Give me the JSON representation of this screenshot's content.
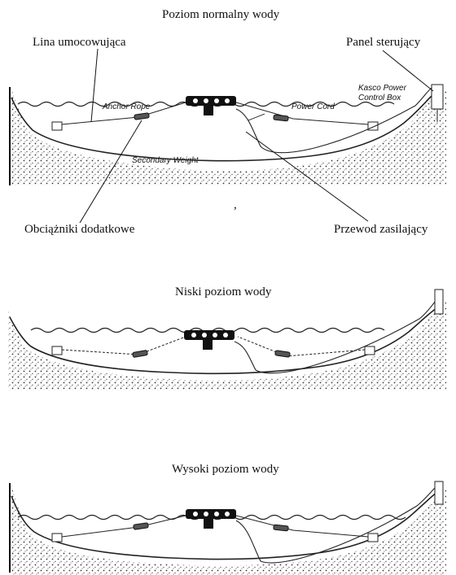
{
  "titles": {
    "normal": "Poziom normalny wody",
    "low": "Niski poziom wody",
    "high": "Wysoki poziom wody"
  },
  "callouts": {
    "anchor_rope_pl": "Lina umocowująca",
    "control_panel_pl": "Panel sterujący",
    "weights_pl": "Obciążniki dodatkowe",
    "power_cord_pl": "Przewod zasilający"
  },
  "diagram_labels": {
    "anchor_rope": "Anchor Rope",
    "power_cord": "Power Cord",
    "secondary_weight": "Secondary Weight",
    "control_box_line1": "Kasco Power",
    "control_box_line2": "Control Box"
  },
  "stray_mark": ","
}
